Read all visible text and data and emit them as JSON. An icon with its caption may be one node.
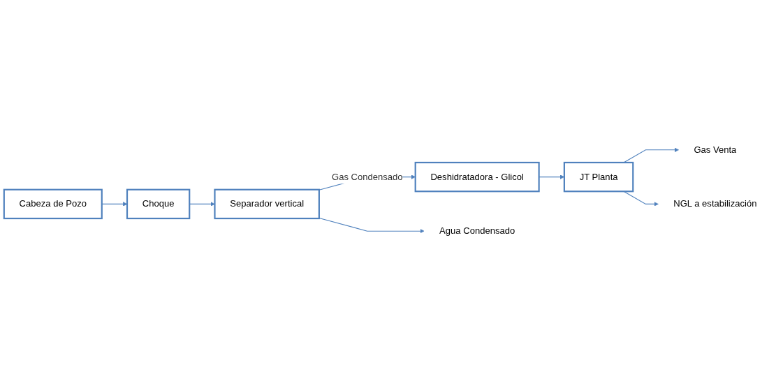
{
  "diagram": {
    "nodes": [
      {
        "text": [
          "Cabeza de Pozo"
        ]
      },
      {
        "text": [
          "Choque"
        ]
      },
      {
        "text": [
          "Separador vertical"
        ]
      },
      {
        "text": [
          "Deshidratadora - Glicol"
        ]
      },
      {
        "text": [
          "JT Planta"
        ]
      },
      {
        "text": [
          "Gas Venta"
        ]
      },
      {
        "text": [
          "NGL a estabilización"
        ]
      },
      {
        "text": [
          "Agua Condensado"
        ]
      }
    ],
    "edges": [
      {
        "from": 0,
        "to": 1,
        "arrow": "to"
      },
      {
        "from": 1,
        "to": 2,
        "arrow": "to"
      },
      {
        "from": 2,
        "to": 3,
        "arrow": "to",
        "label": "Gas Condensado"
      },
      {
        "from": 3,
        "to": 4,
        "arrow": "to"
      },
      {
        "from": 4,
        "to": 5,
        "arrow": "to"
      },
      {
        "from": 4,
        "to": 6,
        "arrow": "to"
      },
      {
        "from": 2,
        "to": 7,
        "arrow": "to"
      }
    ]
  }
}
